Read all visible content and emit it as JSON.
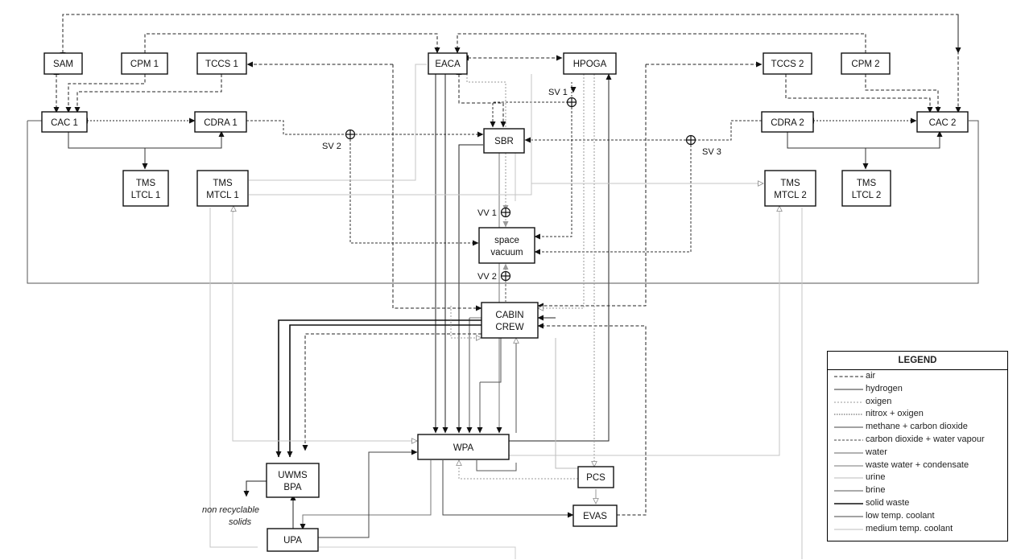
{
  "boxes": {
    "sam": "SAM",
    "cpm1": "CPM 1",
    "tccs1": "TCCS 1",
    "eaca": "EACA",
    "hpoga": "HPOGA",
    "tccs2": "TCCS 2",
    "cpm2": "CPM 2",
    "cac1": "CAC 1",
    "cdra1": "CDRA 1",
    "sbr": "SBR",
    "cdra2": "CDRA 2",
    "cac2": "CAC 2",
    "tms_ltcl1": [
      "TMS",
      "LTCL 1"
    ],
    "tms_mtcl1": [
      "TMS",
      "MTCL 1"
    ],
    "tms_mtcl2": [
      "TMS",
      "MTCL 2"
    ],
    "tms_ltcl2": [
      "TMS",
      "LTCL 2"
    ],
    "space_vacuum": [
      "space",
      "vacuum"
    ],
    "cabin_crew": [
      "CABIN",
      "CREW"
    ],
    "wpa": "WPA",
    "uwms_bpa": [
      "UWMS",
      "BPA"
    ],
    "pcs": "PCS",
    "upa": "UPA",
    "evas": "EVAS"
  },
  "labels": {
    "sv1": "SV 1",
    "sv2": "SV 2",
    "sv3": "SV 3",
    "vv1": "VV 1",
    "vv2": "VV 2",
    "non_recyclable": [
      "non recyclable",
      "solids"
    ]
  },
  "legend": {
    "title": "LEGEND",
    "items": [
      {
        "label": "air",
        "color": "#222222",
        "dash": "4,2.5",
        "width": 1
      },
      {
        "label": "hydrogen",
        "color": "#333333",
        "dash": "",
        "width": 1
      },
      {
        "label": "oxigen",
        "color": "#9a9a9a",
        "dash": "2,2",
        "width": 1
      },
      {
        "label": "nitrox + oxigen",
        "color": "#555555",
        "dash": "1.5,1.5",
        "width": 1
      },
      {
        "label": "methane + carbon dioxide",
        "color": "#444444",
        "dash": "",
        "width": 1
      },
      {
        "label": "carbon dioxide + water vapour",
        "color": "#444444",
        "dash": "3,2",
        "width": 1
      },
      {
        "label": "water",
        "color": "#666666",
        "dash": "",
        "width": 1
      },
      {
        "label": "waste water + condensate",
        "color": "#777777",
        "dash": "",
        "width": 1
      },
      {
        "label": "urine",
        "color": "#bbbbbb",
        "dash": "",
        "width": 1
      },
      {
        "label": "brine",
        "color": "#555555",
        "dash": "",
        "width": 1
      },
      {
        "label": "solid waste",
        "color": "#111111",
        "dash": "",
        "width": 1.6
      },
      {
        "label": "low temp. coolant",
        "color": "#444444",
        "dash": "",
        "width": 1
      },
      {
        "label": "medium temp. coolant",
        "color": "#bdbdbd",
        "dash": "",
        "width": 1
      }
    ]
  }
}
